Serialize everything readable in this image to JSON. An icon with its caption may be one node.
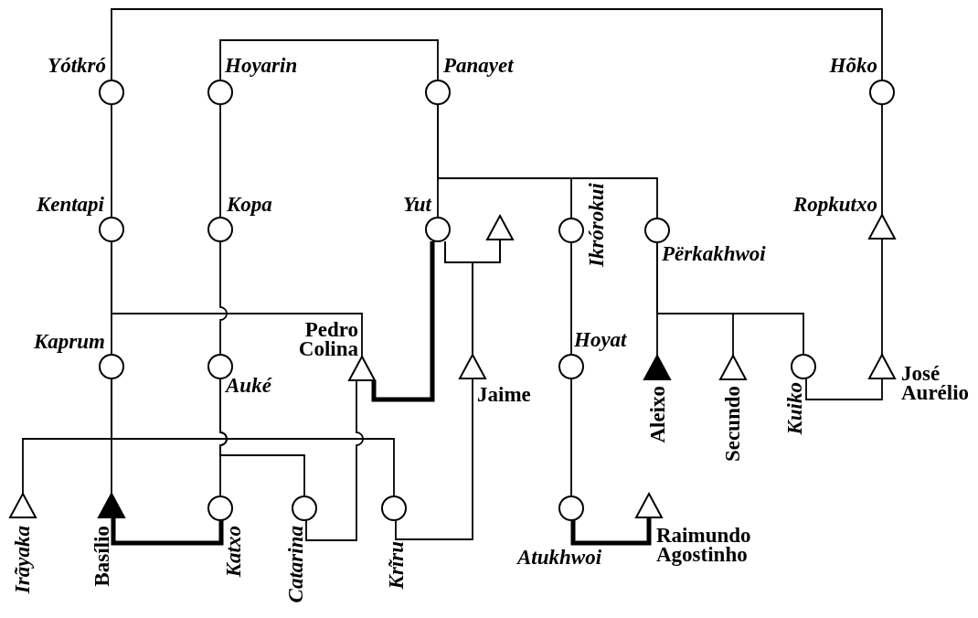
{
  "diagram": {
    "nodes": [
      {
        "text": [],
        "shape": "circle",
        "beside": [
          "Yótkró"
        ]
      },
      {
        "text": [],
        "shape": "circle",
        "beside": [
          "Hoyarin"
        ]
      },
      {
        "text": [],
        "shape": "circle",
        "beside": [
          "Panayet"
        ]
      },
      {
        "text": [],
        "shape": "circle",
        "beside": [
          "Hõko"
        ]
      },
      {
        "text": [],
        "shape": "circle",
        "beside": [
          "Kentapi"
        ]
      },
      {
        "text": [],
        "shape": "circle",
        "beside": [
          "Kopa"
        ]
      },
      {
        "text": [],
        "shape": "circle",
        "beside": [
          "Yut"
        ]
      },
      {
        "text": [],
        "shape": "triangle"
      },
      {
        "text": [],
        "shape": "circle",
        "beside": [
          "Ikrórokui"
        ]
      },
      {
        "text": [],
        "shape": "circle",
        "beside": [
          "Përkakhwoi"
        ]
      },
      {
        "text": [],
        "shape": "triangle",
        "beside": [
          "Ropkutxo"
        ]
      },
      {
        "text": [],
        "shape": "circle",
        "beside": [
          "Kaprum"
        ]
      },
      {
        "text": [],
        "shape": "circle",
        "beside": [
          "Auké"
        ]
      },
      {
        "text": [],
        "shape": "triangle",
        "beside": [
          "Pedro Colina"
        ]
      },
      {
        "text": [],
        "shape": "triangle",
        "beside": [
          "Jaime"
        ]
      },
      {
        "text": [],
        "shape": "circle",
        "beside": [
          "Hoyat"
        ]
      },
      {
        "text": [],
        "shape": "filled-triangle",
        "beside": [
          "Aleixo"
        ]
      },
      {
        "text": [],
        "shape": "triangle",
        "beside": [
          "Secundo"
        ]
      },
      {
        "text": [],
        "shape": "circle",
        "beside": [
          "Kuiko"
        ]
      },
      {
        "text": [],
        "shape": "triangle",
        "beside": [
          "José Aurélio"
        ]
      },
      {
        "text": [],
        "shape": "triangle",
        "beside": [
          "Irãyaka"
        ]
      },
      {
        "text": [],
        "shape": "filled-triangle",
        "beside": [
          "Basílio"
        ]
      },
      {
        "text": [],
        "shape": "circle",
        "beside": [
          "Katxo"
        ]
      },
      {
        "text": [],
        "shape": "circle",
        "beside": [
          "Catarina"
        ]
      },
      {
        "text": [],
        "shape": "circle",
        "beside": [
          "Krĩru"
        ]
      },
      {
        "text": [],
        "shape": "circle",
        "beside": [
          "Atukhwoi"
        ]
      },
      {
        "text": [],
        "shape": "triangle",
        "beside": [
          "Raimundo Agostinho"
        ]
      }
    ],
    "edges": [
      {
        "from": 0,
        "to": 3,
        "arrow": "none"
      },
      {
        "from": 1,
        "to": 2,
        "arrow": "none"
      },
      {
        "from": 0,
        "to": 4,
        "arrow": "none"
      },
      {
        "from": 4,
        "to": 11,
        "arrow": "none"
      },
      {
        "from": 11,
        "to": 21,
        "arrow": "none"
      },
      {
        "from": 4,
        "to": 13,
        "arrow": "none"
      },
      {
        "from": 1,
        "to": 5,
        "arrow": "none"
      },
      {
        "from": 5,
        "to": 12,
        "arrow": "none"
      },
      {
        "from": 12,
        "to": 22,
        "arrow": "none"
      },
      {
        "from": 12,
        "to": 23,
        "arrow": "none"
      },
      {
        "from": 2,
        "to": 6,
        "arrow": "none"
      },
      {
        "from": 2,
        "to": 8,
        "arrow": "none"
      },
      {
        "from": 2,
        "to": 9,
        "arrow": "none"
      },
      {
        "from": 6,
        "to": 7,
        "arrow": "none"
      },
      {
        "from": 6,
        "to": 14,
        "arrow": "none"
      },
      {
        "from": 7,
        "to": 14,
        "arrow": "none"
      },
      {
        "from": 6,
        "to": 13,
        "arrow": "none",
        "style": "thick"
      },
      {
        "from": 3,
        "to": 10,
        "arrow": "none"
      },
      {
        "from": 10,
        "to": 19,
        "arrow": "none"
      },
      {
        "from": 8,
        "to": 15,
        "arrow": "none"
      },
      {
        "from": 15,
        "to": 25,
        "arrow": "none"
      },
      {
        "from": 9,
        "to": 16,
        "arrow": "none"
      },
      {
        "from": 9,
        "to": 17,
        "arrow": "none"
      },
      {
        "from": 9,
        "to": 18,
        "arrow": "none"
      },
      {
        "from": 18,
        "to": 19,
        "arrow": "none"
      },
      {
        "from": 11,
        "to": 20,
        "arrow": "none"
      },
      {
        "from": 11,
        "to": 24,
        "arrow": "none"
      },
      {
        "from": 21,
        "to": 22,
        "arrow": "none",
        "style": "thick"
      },
      {
        "from": 23,
        "to": 13,
        "arrow": "none"
      },
      {
        "from": 24,
        "to": 14,
        "arrow": "none"
      },
      {
        "from": 25,
        "to": 26,
        "arrow": "none",
        "style": "thick"
      }
    ]
  }
}
